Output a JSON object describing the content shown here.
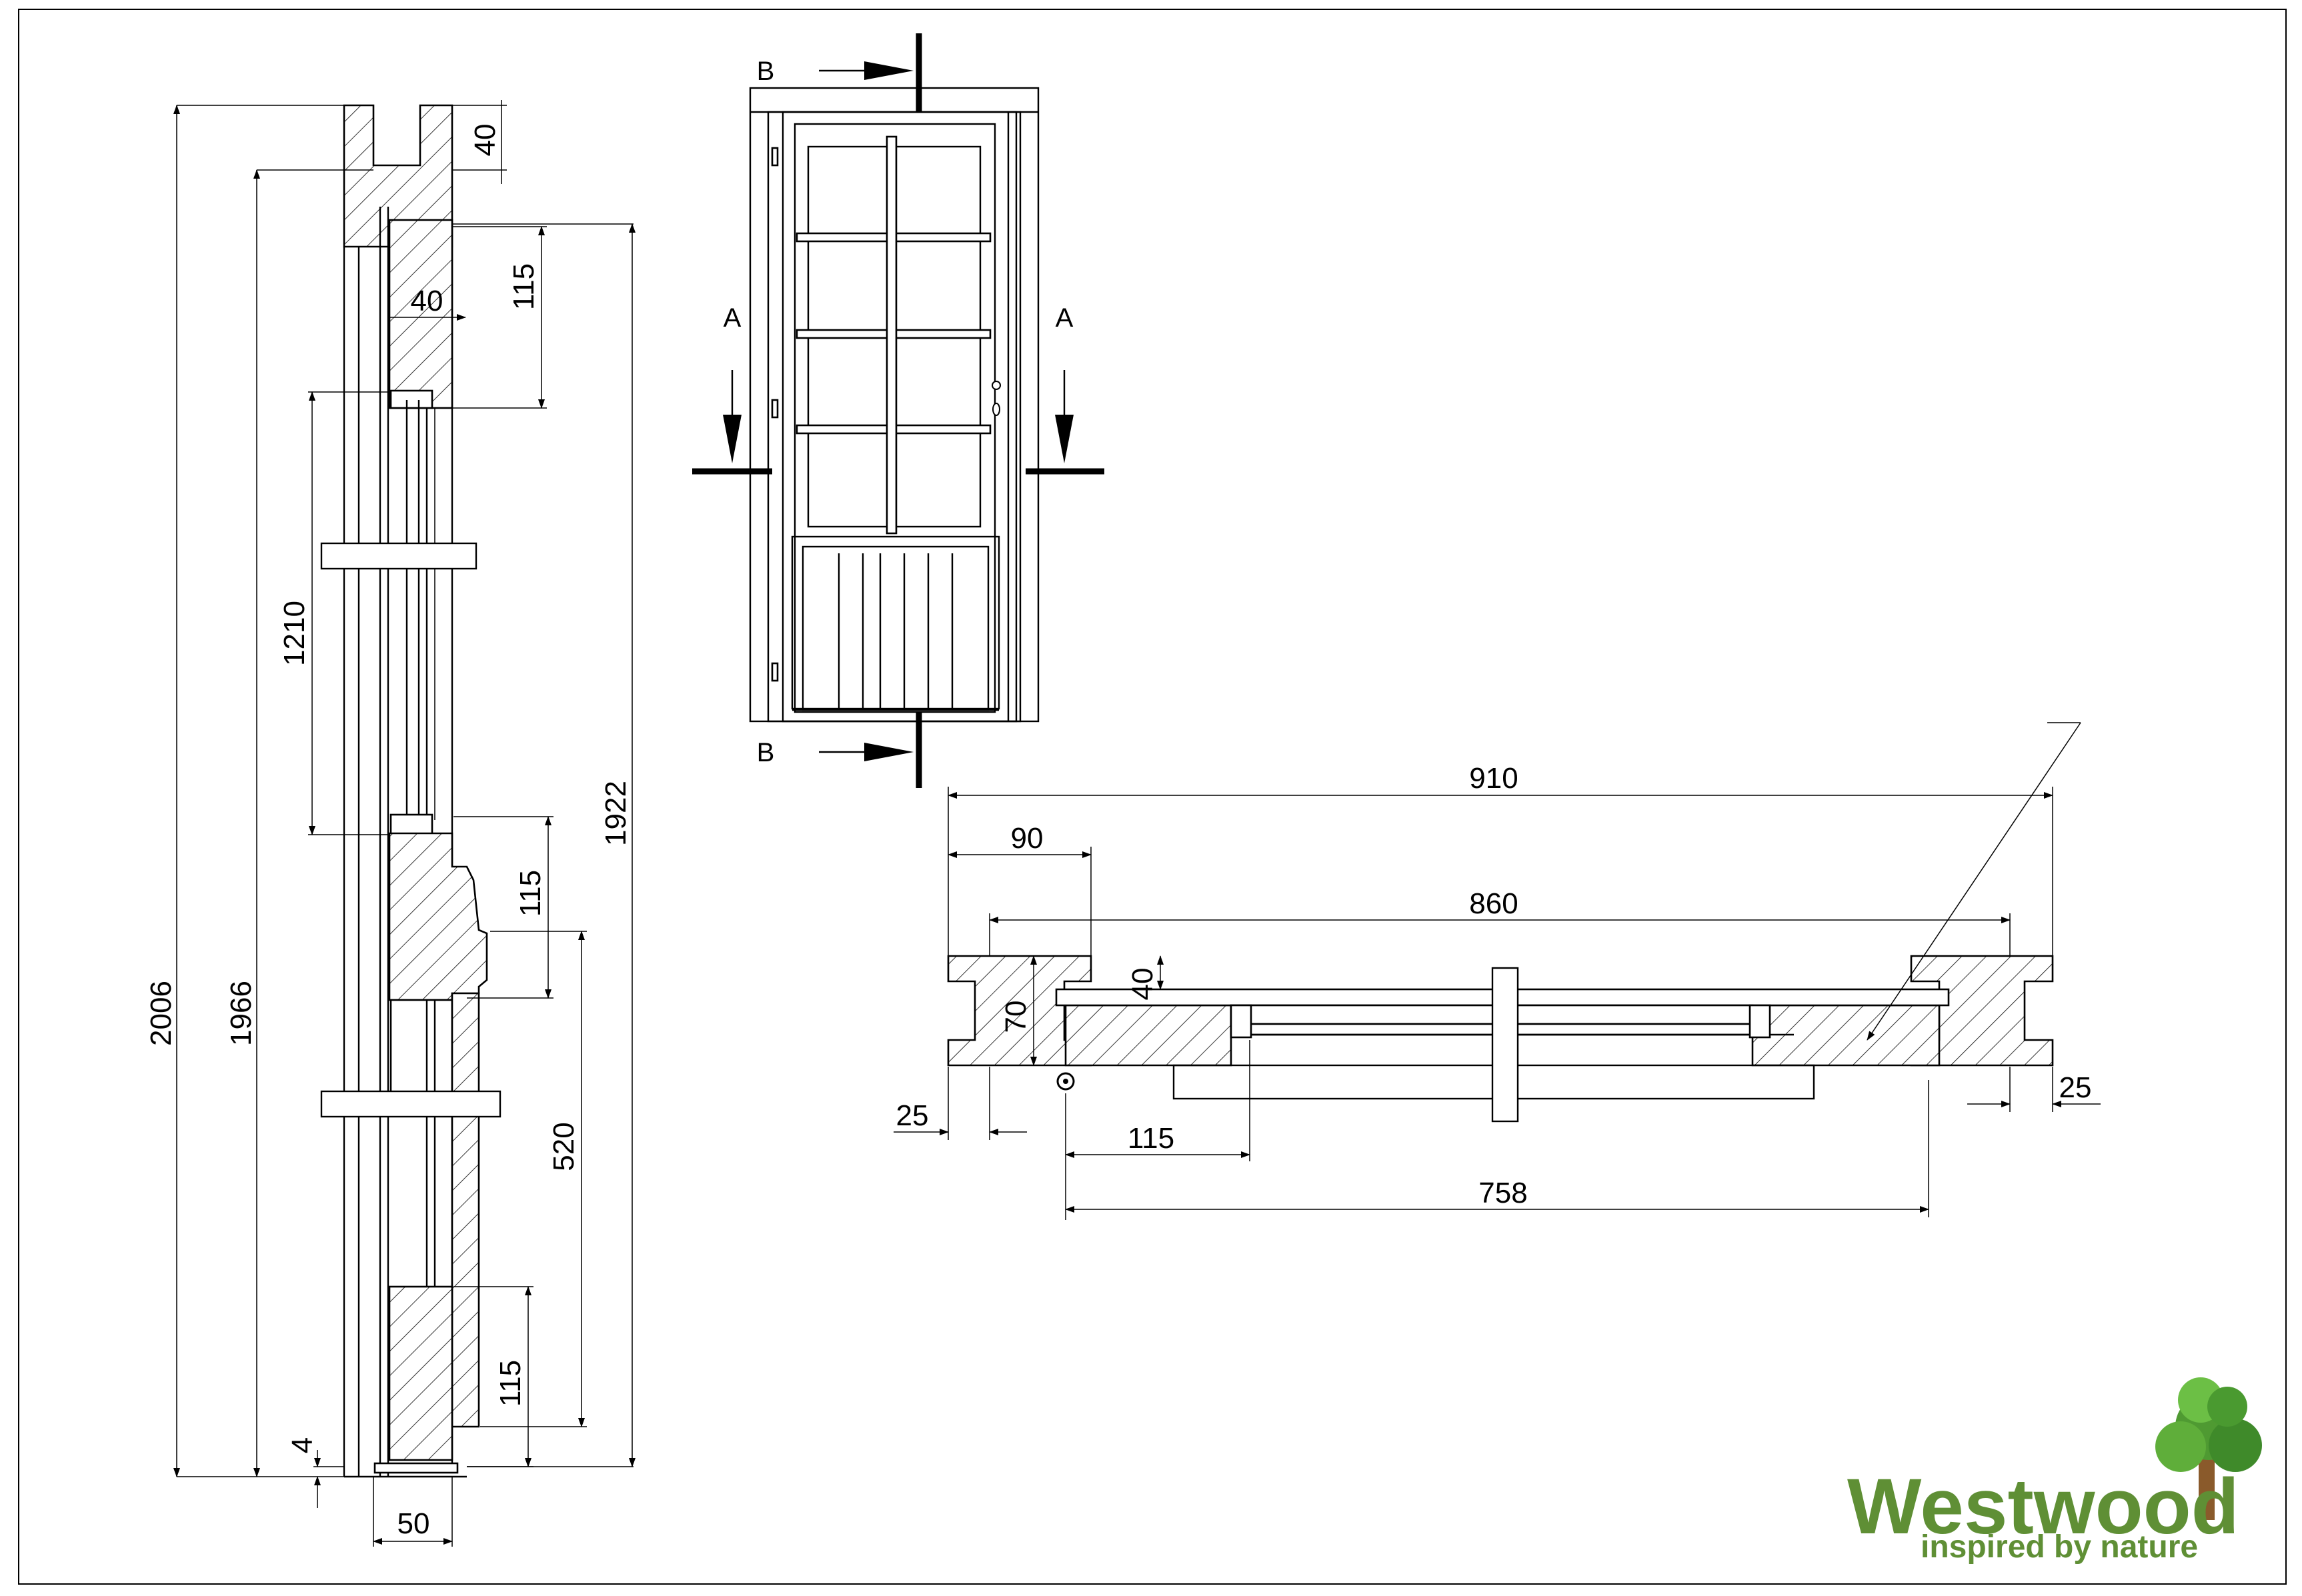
{
  "vertical_section": {
    "dims": {
      "overall_height": "2006",
      "frame_inner_height": "1966",
      "leaf_height": "1922",
      "top_rail_depth": "40",
      "top_rail_height": "115",
      "glass_step": "40",
      "glazing_height": "1210",
      "mid_rail_height": "115",
      "panel_height": "520",
      "bottom_rail_height": "115",
      "bottom_gap": "4",
      "frame_thickness": "50"
    }
  },
  "elevation": {
    "section_labels": {
      "a_left": "A",
      "a_right": "A",
      "b_top": "B",
      "b_bottom": "B"
    }
  },
  "horizontal_section": {
    "dims": {
      "overall_width": "910",
      "frame_depth": "90",
      "leaf_width": "860",
      "rebate_depth": "40",
      "frame_section": "70",
      "left_offset": "25",
      "right_offset": "25",
      "stile_width": "115",
      "opening_width": "758"
    }
  },
  "logo": {
    "name": "Westwood",
    "tagline": "inspired by nature",
    "colors": {
      "text": "#5f8f35",
      "trunk": "#8a5a2b",
      "foliage": "#4f9a32"
    }
  },
  "footer_text": ""
}
